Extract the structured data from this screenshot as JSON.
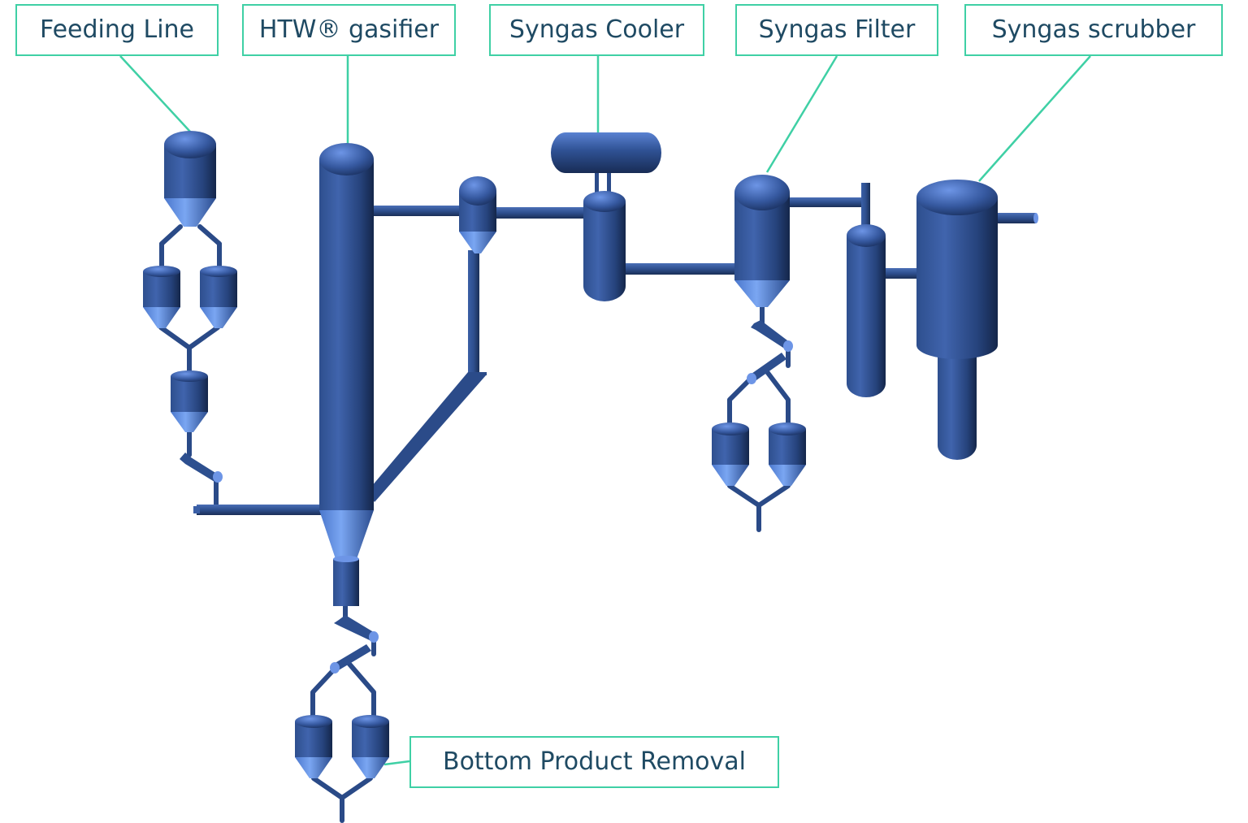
{
  "labels": {
    "feeding_line": "Feeding Line",
    "htw_gasifier": "HTW® gasifier",
    "syngas_cooler": "Syngas Cooler",
    "syngas_filter": "Syngas Filter",
    "syngas_scrubber": "Syngas scrubber",
    "bottom_product_removal": "Bottom Product Removal"
  },
  "colors": {
    "equipment": "#2d4f8f",
    "equipment_highlight": "#5c89de",
    "equipment_shadow": "#1a2f57",
    "label_border": "#3fd0a5",
    "label_text": "#1f4a63"
  }
}
